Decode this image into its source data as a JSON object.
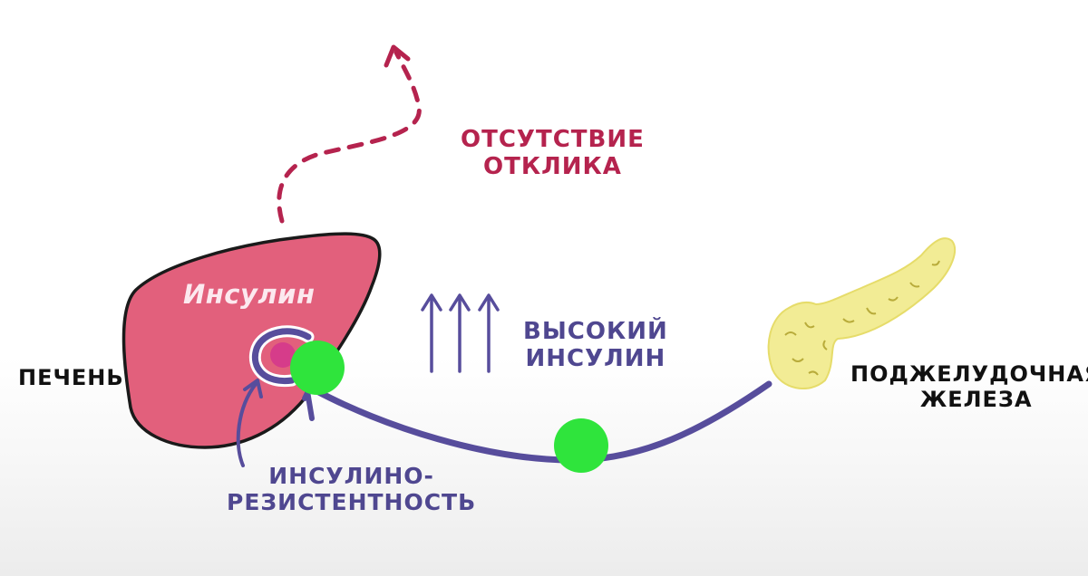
{
  "labels": {
    "liver": "ПЕЧЕНЬ",
    "insulin_in_liver": "Инсулин",
    "pancreas_line1": "ПОДЖЕЛУДОЧНАЯ",
    "pancreas_line2": "ЖЕЛЕЗА",
    "no_response_line1": "ОТСУТСТВИЕ",
    "no_response_line2": "ОТКЛИКА",
    "high_insulin_line1": "ВЫСОКИЙ",
    "high_insulin_line2": "ИНСУЛИН",
    "resistance_line1": "ИНСУЛИНО-",
    "resistance_line2": "РЕЗИСТЕНТНОСТЬ"
  },
  "colors": {
    "liver": "#e2607c",
    "liver_outline": "#1a1a1a",
    "receptor": "#574d9c",
    "insulin_molecule": "#2fe43c",
    "pancreas": "#f2ec95",
    "dashed_arrow": "#b5234e",
    "label_dark": "#111111",
    "label_purple": "#4f4790",
    "label_red": "#b5234e"
  },
  "icons": [
    "liver-organ",
    "pancreas-organ",
    "insulin-receptor",
    "insulin-molecule",
    "up-arrow",
    "dashed-up-arrow"
  ]
}
